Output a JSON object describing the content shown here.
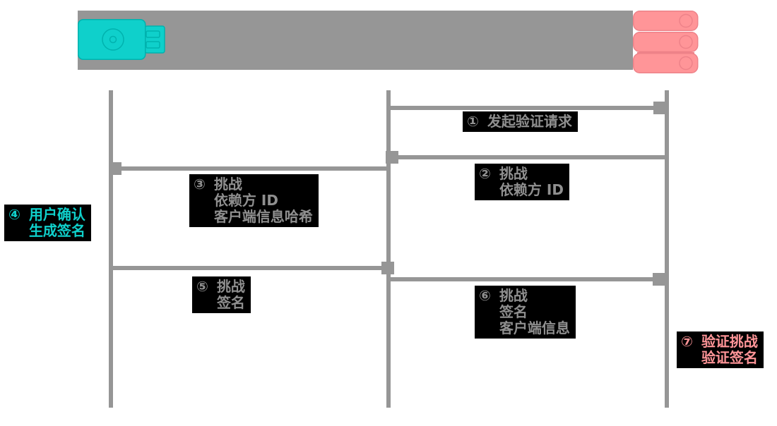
{
  "palette": {
    "header_gray": "#969696",
    "line_gray": "#969696",
    "label_background": "#000000",
    "label_text_gray": "#8f8f8f",
    "accent_teal": "#0fd0cb",
    "accent_teal_dark": "#00b2ae",
    "accent_pink": "#ff9598",
    "accent_pink_dark": "#ee8289"
  },
  "participants": {
    "authenticator_icon": "usb-security-key-icon",
    "server_icon": "server-icon"
  },
  "messages": [
    {
      "num": "①",
      "lines": [
        "发起验证请求"
      ]
    },
    {
      "num": "②",
      "lines": [
        "挑战",
        "依赖方 ID"
      ]
    },
    {
      "num": "③",
      "lines": [
        "挑战",
        "依赖方 ID",
        "客户端信息哈希"
      ]
    },
    {
      "num": "④",
      "lines": [
        "用户确认",
        "生成签名"
      ]
    },
    {
      "num": "⑤",
      "lines": [
        "挑战",
        "签名"
      ]
    },
    {
      "num": "⑥",
      "lines": [
        "挑战",
        "签名",
        "客户端信息"
      ]
    },
    {
      "num": "⑦",
      "lines": [
        "验证挑战",
        "验证签名"
      ]
    }
  ]
}
